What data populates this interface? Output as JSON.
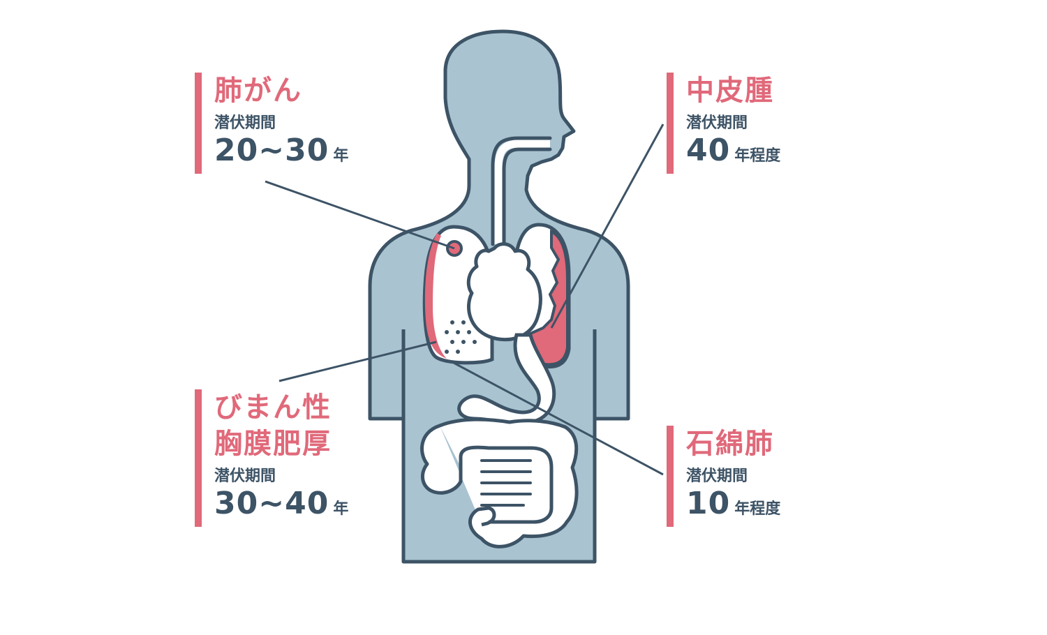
{
  "colors": {
    "accent": "#e0697a",
    "body_fill": "#a9c3d1",
    "outline": "#3d5366",
    "organ_fill": "#ffffff"
  },
  "callouts": {
    "lung_cancer": {
      "title": "肺がん",
      "label": "潜伏期間",
      "number": "20~30",
      "unit": "年"
    },
    "mesothelioma": {
      "title": "中皮腫",
      "label": "潜伏期間",
      "number": "40",
      "unit": "年程度"
    },
    "pleural_thickening": {
      "title_line1": "びまん性",
      "title_line2": "胸膜肥厚",
      "label": "潜伏期間",
      "number": "30~40",
      "unit": "年"
    },
    "asbestosis": {
      "title": "石綿肺",
      "label": "潜伏期間",
      "number": "10",
      "unit": "年程度"
    }
  }
}
